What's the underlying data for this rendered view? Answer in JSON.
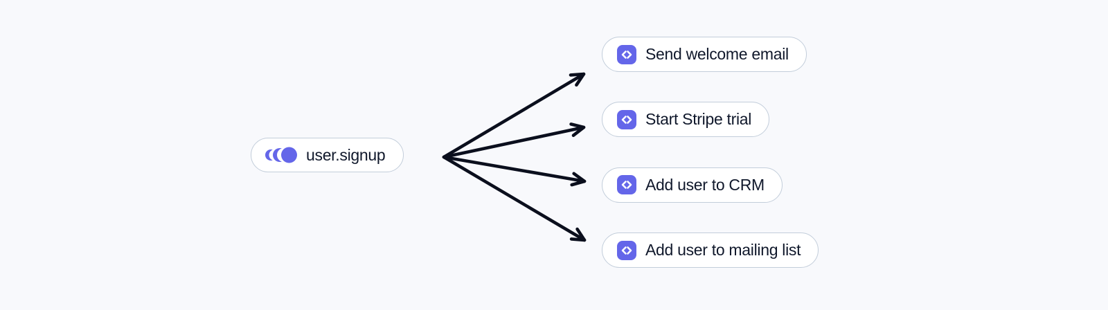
{
  "trigger": {
    "label": "user.signup",
    "icon": "event-pulse-icon"
  },
  "actions": [
    {
      "label": "Send welcome email",
      "icon": "code-icon"
    },
    {
      "label": "Start Stripe trial",
      "icon": "code-icon"
    },
    {
      "label": "Add user to CRM",
      "icon": "code-icon"
    },
    {
      "label": "Add user to mailing list",
      "icon": "code-icon"
    }
  ],
  "colors": {
    "background": "#f8f9fc",
    "node_bg": "#ffffff",
    "node_border": "#c2cdda",
    "text": "#10182b",
    "accent": "#6466e9",
    "arrow": "#0b0f1d",
    "icon_glyph": "#ffffff"
  }
}
